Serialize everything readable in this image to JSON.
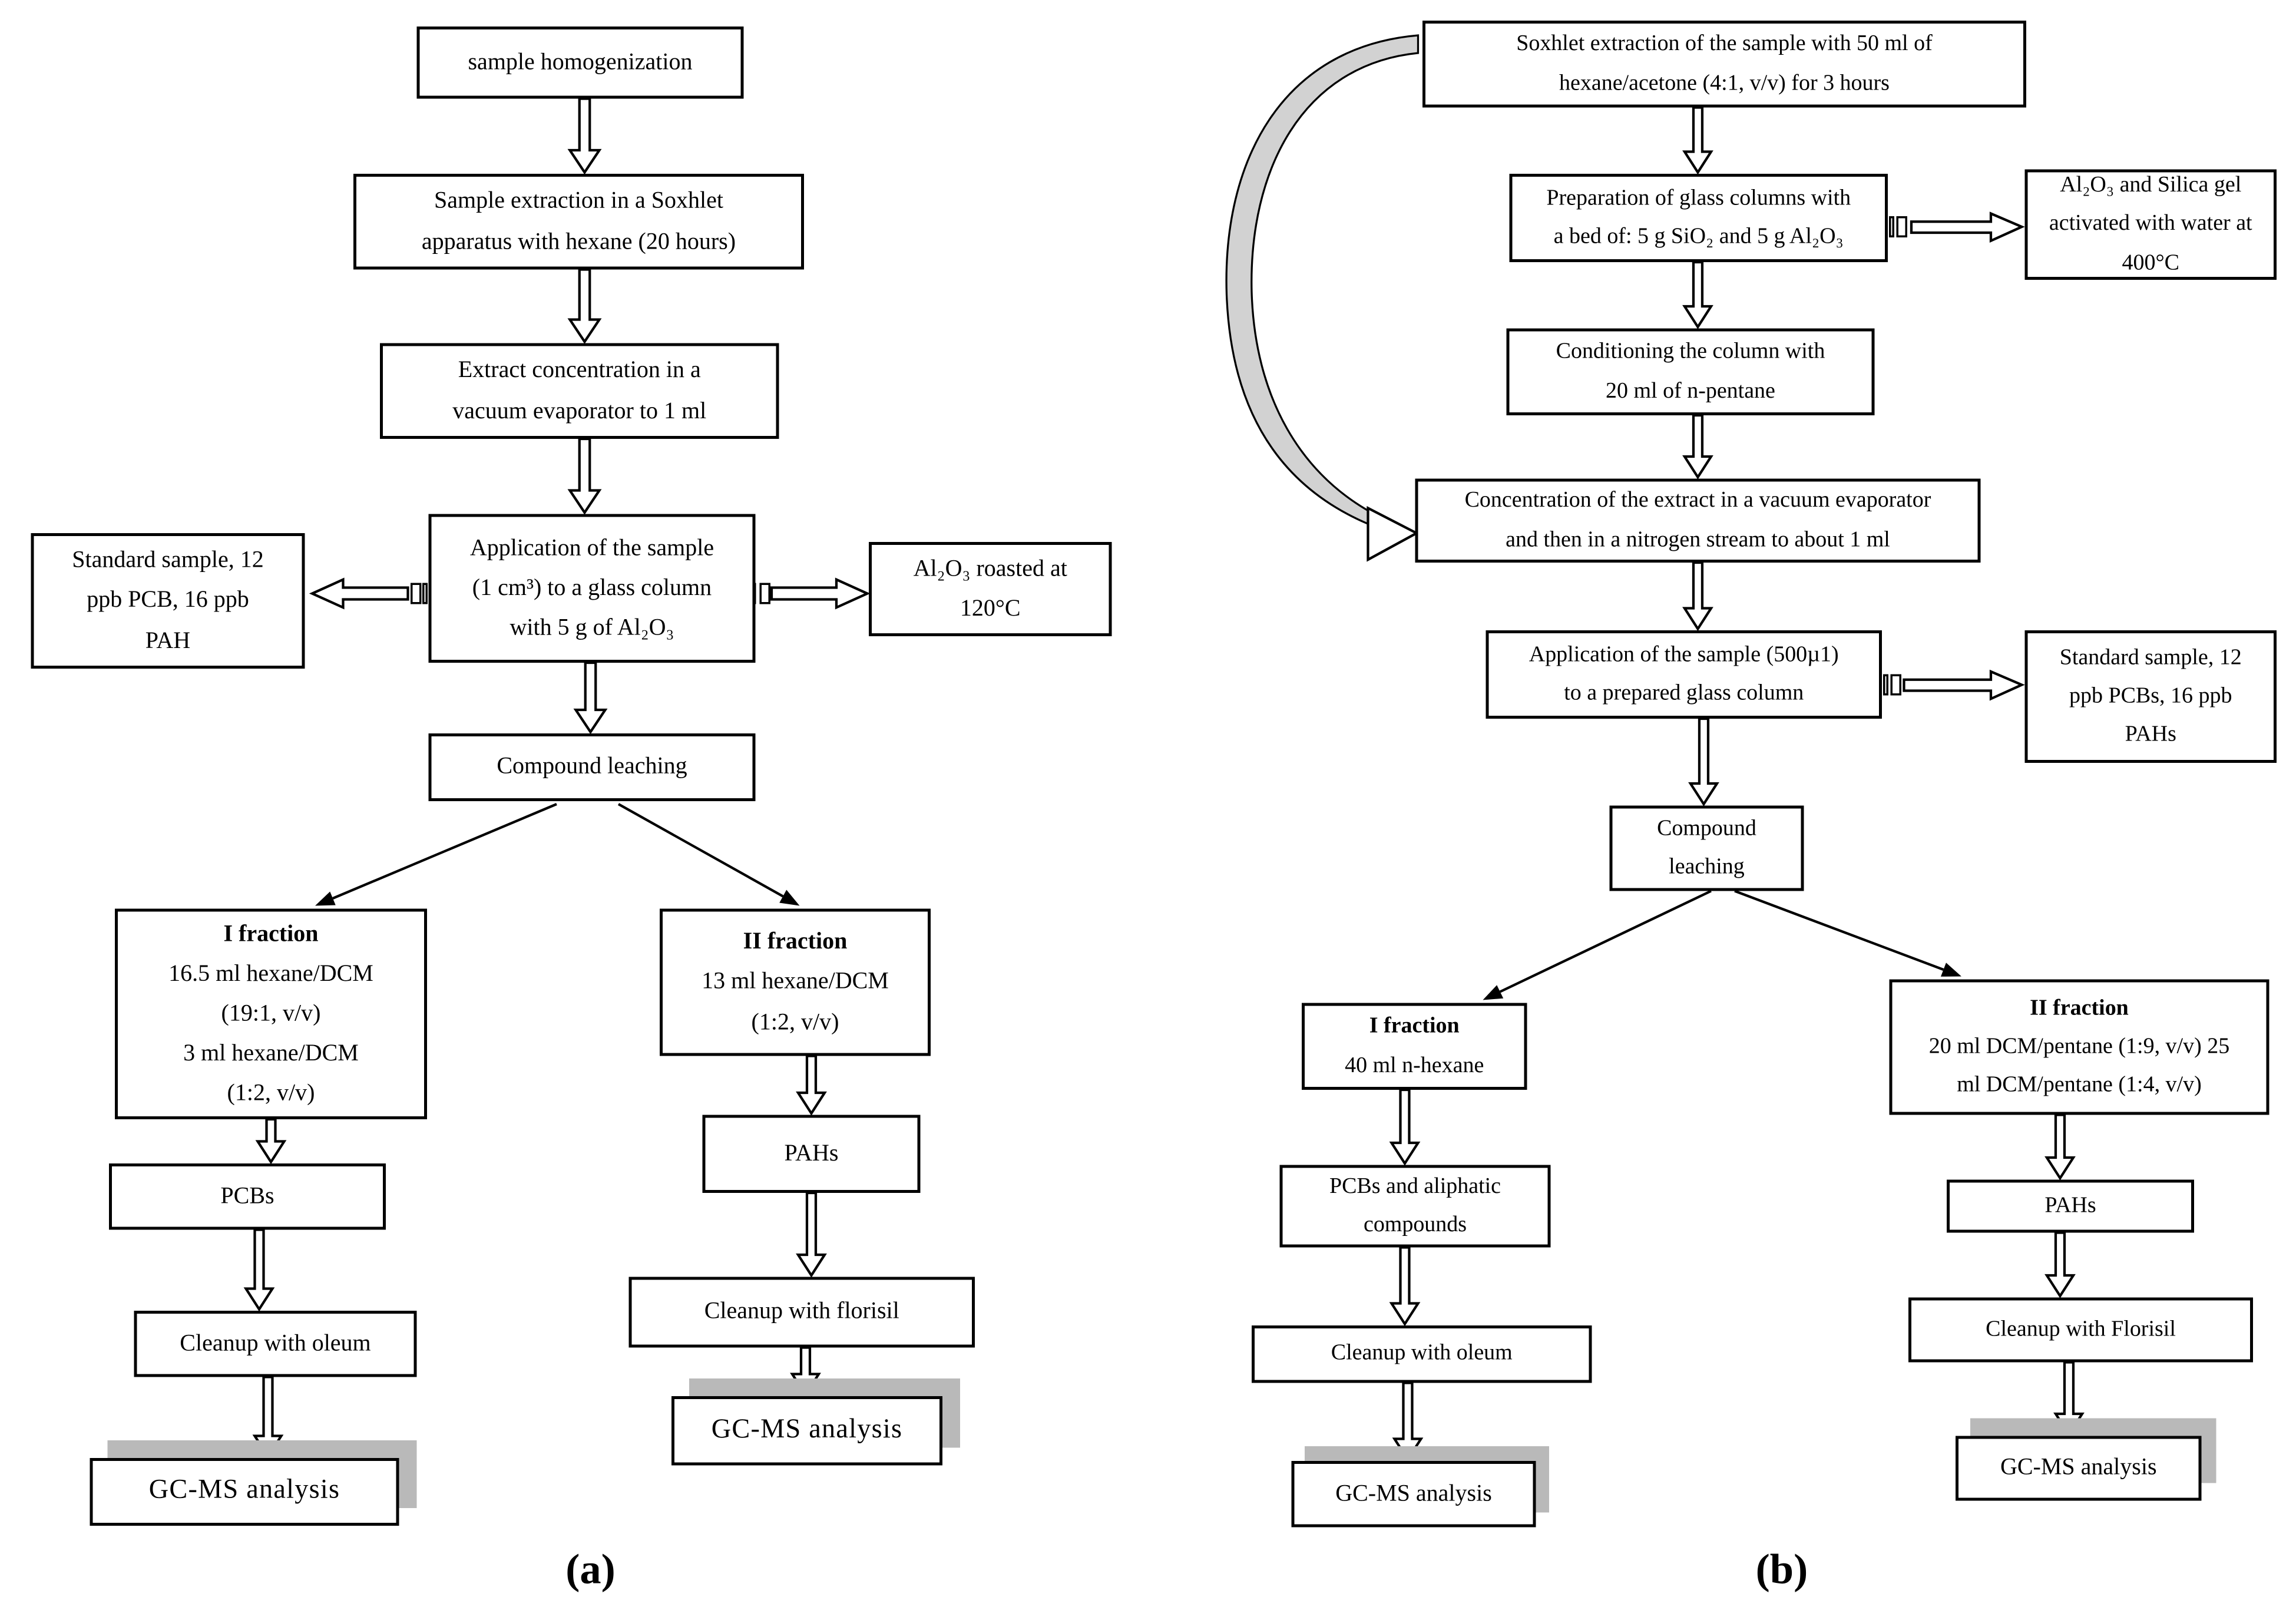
{
  "figure": {
    "type": "flowchart",
    "description_visible": false
  },
  "colors": {
    "ink": "#000000",
    "paper": "#ffffff",
    "shadow": "#b9b9b9",
    "band": "#d2d2d2"
  },
  "panel_a": {
    "caption": "(a)",
    "boxes": {
      "homogenization": {
        "lines": [
          "sample homogenization"
        ]
      },
      "soxhlet": {
        "lines": [
          "Sample extraction in a Soxhlet",
          "apparatus with hexane (20 hours)"
        ]
      },
      "concentration": {
        "lines": [
          "Extract concentration in a",
          "vacuum evaporator to 1 ml"
        ]
      },
      "application": {
        "lines": [
          "Application of the sample",
          "(1 cm³) to a glass column",
          "with 5 g of Al₂O₃"
        ]
      },
      "standard": {
        "lines": [
          "Standard sample, 12",
          "ppb PCB, 16 ppb",
          "PAH"
        ]
      },
      "roasted": {
        "lines": [
          "Al₂O₃  roasted at",
          "120°C"
        ]
      },
      "leaching": {
        "lines": [
          "Compound leaching"
        ]
      },
      "fraction1": {
        "lines": [
          "I fraction",
          "16.5 ml hexane/DCM",
          "(19:1, v/v)",
          "3 ml hexane/DCM",
          "(1:2, v/v)"
        ]
      },
      "fraction2": {
        "lines": [
          "II fraction",
          "13 ml hexane/DCM",
          "(1:2, v/v)"
        ]
      },
      "pcbs": {
        "lines": [
          "PCBs"
        ]
      },
      "pahs": {
        "lines": [
          "PAHs"
        ]
      },
      "oleum": {
        "lines": [
          "Cleanup with oleum"
        ]
      },
      "florisil": {
        "lines": [
          "Cleanup with florisil"
        ]
      },
      "gcms_left": {
        "lines": [
          "GC-MS analysis"
        ]
      },
      "gcms_right": {
        "lines": [
          "GC-MS analysis"
        ]
      }
    }
  },
  "panel_b": {
    "caption": "(b)",
    "boxes": {
      "soxhlet": {
        "lines": [
          "Soxhlet extraction of the sample with 50 ml of",
          "hexane/acetone (4:1, v/v) for 3 hours"
        ]
      },
      "glass_columns": {
        "lines": [
          "Preparation of glass columns with",
          "a bed of: 5 g SiO₂ and 5 g Al₂O₃"
        ]
      },
      "activated": {
        "lines": [
          "Al₂O₃  and Silica gel",
          "activated with water at",
          "400°C"
        ]
      },
      "conditioning": {
        "lines": [
          "Conditioning the column with",
          "20 ml of n-pentane"
        ]
      },
      "concentration": {
        "lines": [
          "Concentration of the extract in a vacuum evaporator",
          "and then in a nitrogen stream to about 1 ml"
        ]
      },
      "application": {
        "lines": [
          "Application of the sample (500µ1)",
          "to a prepared glass column"
        ]
      },
      "standard": {
        "lines": [
          "Standard sample, 12",
          "ppb PCBs, 16 ppb",
          "PAHs"
        ]
      },
      "leaching": {
        "lines": [
          "Compound",
          "leaching"
        ]
      },
      "fraction1": {
        "lines": [
          "I fraction",
          "40 ml n-hexane"
        ]
      },
      "fraction2": {
        "lines": [
          "II fraction",
          "20 ml DCM/pentane (1:9, v/v) 25",
          "ml DCM/pentane (1:4, v/v)"
        ]
      },
      "pcbs": {
        "lines": [
          "PCBs and aliphatic",
          "compounds"
        ]
      },
      "pahs": {
        "lines": [
          "PAHs"
        ]
      },
      "oleum": {
        "lines": [
          "Cleanup with oleum"
        ]
      },
      "florisil": {
        "lines": [
          "Cleanup with Florisil"
        ]
      },
      "gcms_left": {
        "lines": [
          "GC-MS analysis"
        ]
      },
      "gcms_right": {
        "lines": [
          "GC-MS analysis"
        ]
      }
    }
  }
}
